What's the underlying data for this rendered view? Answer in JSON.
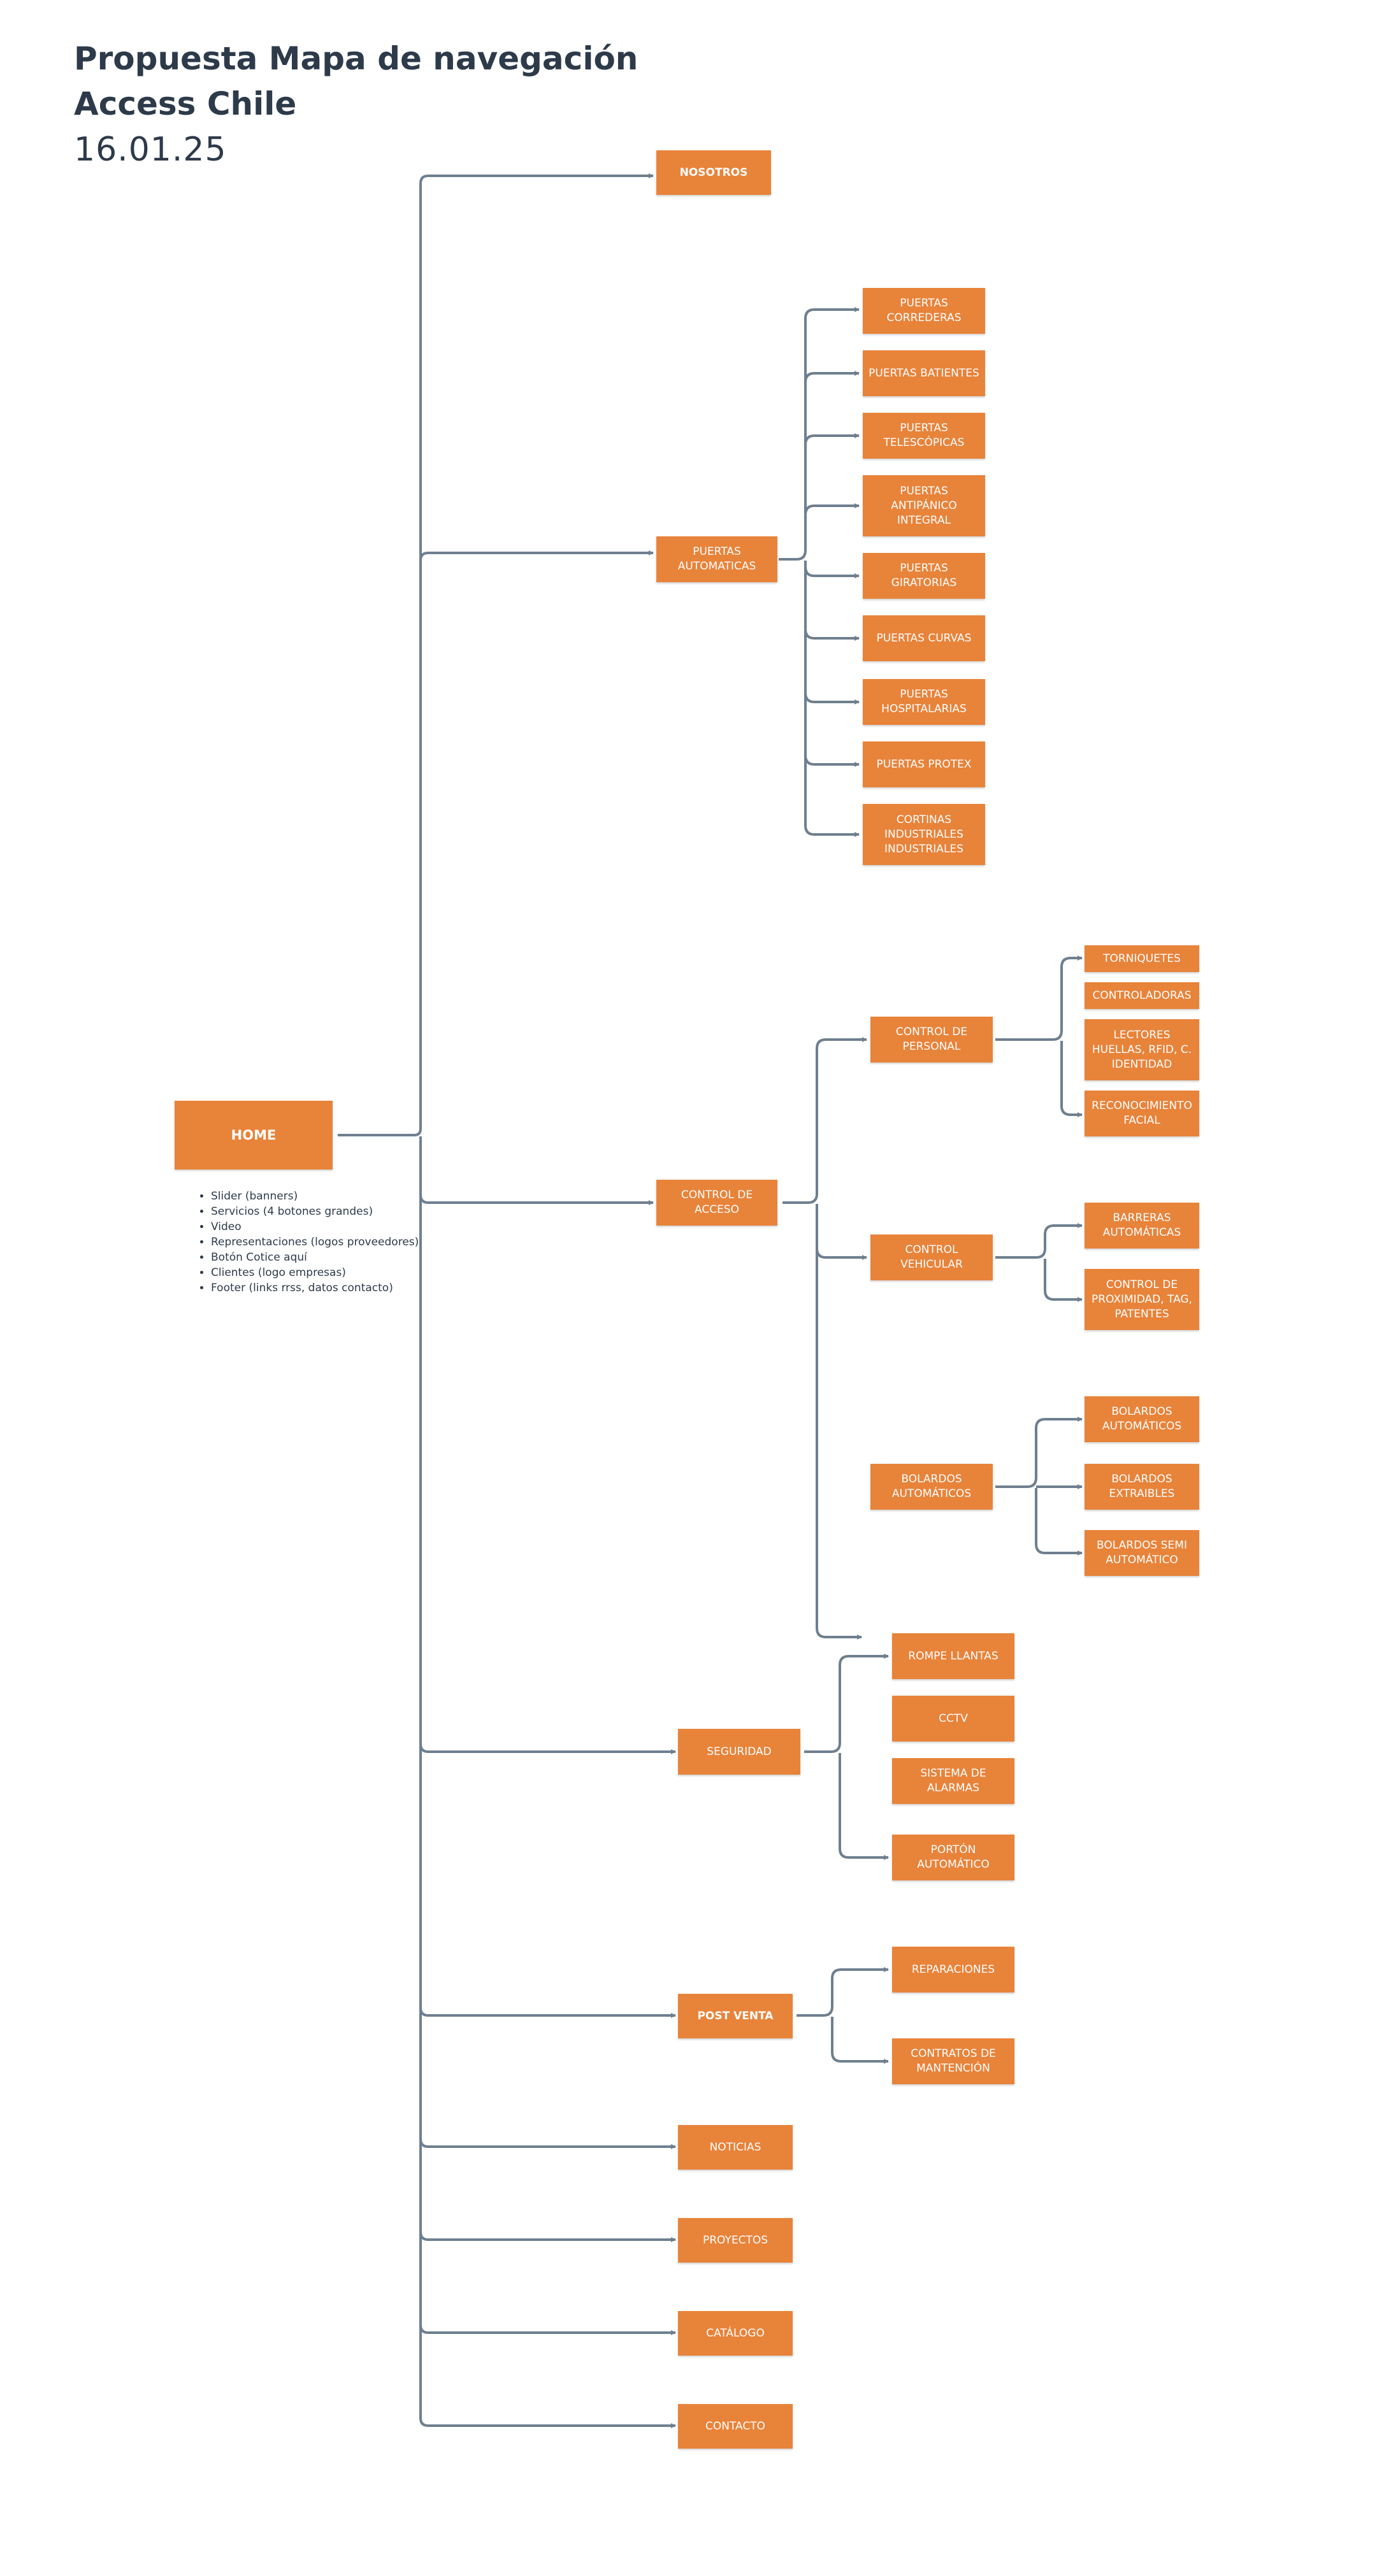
{
  "header": {
    "title_line1": "Propuesta Mapa de navegación",
    "title_line2": "Access Chile",
    "date": "16.01.25"
  },
  "colors": {
    "box": "#e8833a",
    "line": "#6e7f8f",
    "text": "#2d3a4a"
  },
  "home": {
    "label": "HOME",
    "notes": [
      "Slider (banners)",
      "Servicios (4 botones grandes)",
      "Video",
      "Representaciones (logos proveedores)",
      "Botón Cotice aquí",
      "Clientes (logo empresas)",
      "Footer (links rrss, datos contacto)"
    ]
  },
  "nosotros": {
    "label": "NOSOTROS"
  },
  "puertas": {
    "label": "PUERTAS\nAUTOMATICAS",
    "children": [
      "PUERTAS\nCORREDERAS",
      "PUERTAS BATIENTES",
      "PUERTAS\nTELESCÓPICAS",
      "PUERTAS\nANTIPÁNICO\nINTEGRAL",
      "PUERTAS\nGIRATORIAS",
      "PUERTAS CURVAS",
      "PUERTAS\nHOSPITALARIAS",
      "PUERTAS PROTEX",
      "CORTINAS\nINDUSTRIALES\nINDUSTRIALES"
    ]
  },
  "control_acceso": {
    "label": "CONTROL DE\nACCESO",
    "personal": {
      "label": "CONTROL DE\nPERSONAL",
      "children": [
        "TORNIQUETES",
        "CONTROLADORAS",
        "LECTORES\nHUELLAS, RFID, C.\nIDENTIDAD",
        "RECONOCIMIENTO\nFACIAL"
      ]
    },
    "vehicular": {
      "label": "CONTROL\nVEHICULAR",
      "children": [
        "BARRERAS\nAUTOMÁTICAS",
        "CONTROL DE\nPROXIMIDAD, TAG,\nPATENTES"
      ]
    },
    "bolardos": {
      "label": "BOLARDOS\nAUTOMÁTICOS",
      "children": [
        "BOLARDOS\nAUTOMÁTICOS",
        "BOLARDOS\nEXTRAIBLES",
        "BOLARDOS SEMI\nAUTOMÁTICO"
      ]
    }
  },
  "seguridad": {
    "label": "SEGURIDAD",
    "children": [
      "ROMPE LLANTAS",
      "CCTV",
      "SISTEMA DE\nALARMAS",
      "PORTÓN\nAUTOMÁTICO"
    ]
  },
  "post_venta": {
    "label": "POST VENTA",
    "children": [
      "REPARACIONES",
      "CONTRATOS DE\nMANTENCIÓN"
    ]
  },
  "noticias": {
    "label": "NOTICIAS"
  },
  "proyectos": {
    "label": "PROYECTOS"
  },
  "catalogo": {
    "label": "CATÁLOGO"
  },
  "contacto": {
    "label": "CONTACTO"
  }
}
